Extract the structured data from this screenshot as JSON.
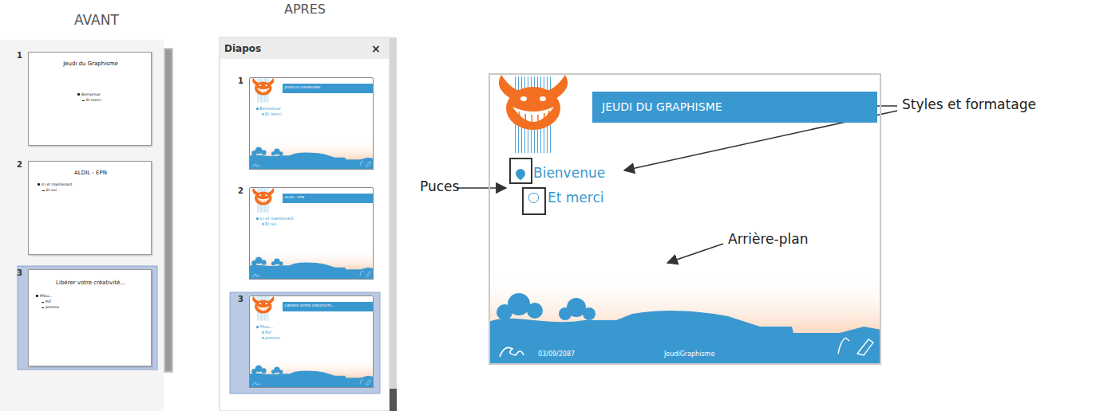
{
  "diagram": {
    "nodes": [
      {
        "text": [
          "Jeudi du Graphisme",
          "Bienvenue",
          "Et merci"
        ]
      },
      {
        "text": [
          "ALDIL - EPN",
          "Ici et maintenant",
          "Et oui"
        ]
      },
      {
        "text": [
          "Libérer votre créativité...",
          "Pfiou...",
          "Pof",
          "pomme"
        ]
      },
      {
        "text": [
          "Diapos",
          "×"
        ]
      },
      {
        "text": [
          "Bienvenue",
          "Et merci"
        ],
        "in": 3
      },
      {
        "text": [
          "JEUDI DU GRAPHISME"
        ],
        "in": 4
      },
      {
        "text": [
          "Ici et maintenant",
          "Et oui"
        ],
        "in": 3
      },
      {
        "text": [
          "ALDIL - EPN"
        ],
        "in": 6
      },
      {
        "text": [
          "Pfiou...",
          "Pof",
          "pomme"
        ],
        "in": 3
      },
      {
        "text": [
          "LIBÉRER VOTRE CRÉATIVITÉ..."
        ],
        "in": 8
      },
      {
        "text": [
          "Bienvenue",
          "Et merci",
          "03/09/2087",
          "JeudiGraphisme"
        ]
      },
      {
        "text": [
          "JEUDI DU GRAPHISME"
        ],
        "in": 10
      }
    ],
    "labels": [
      "AVANT",
      "APRES",
      "1",
      "2",
      "3",
      "1",
      "2",
      "3",
      "Styles et formatage",
      "Puces",
      "Arrière-plan"
    ]
  }
}
